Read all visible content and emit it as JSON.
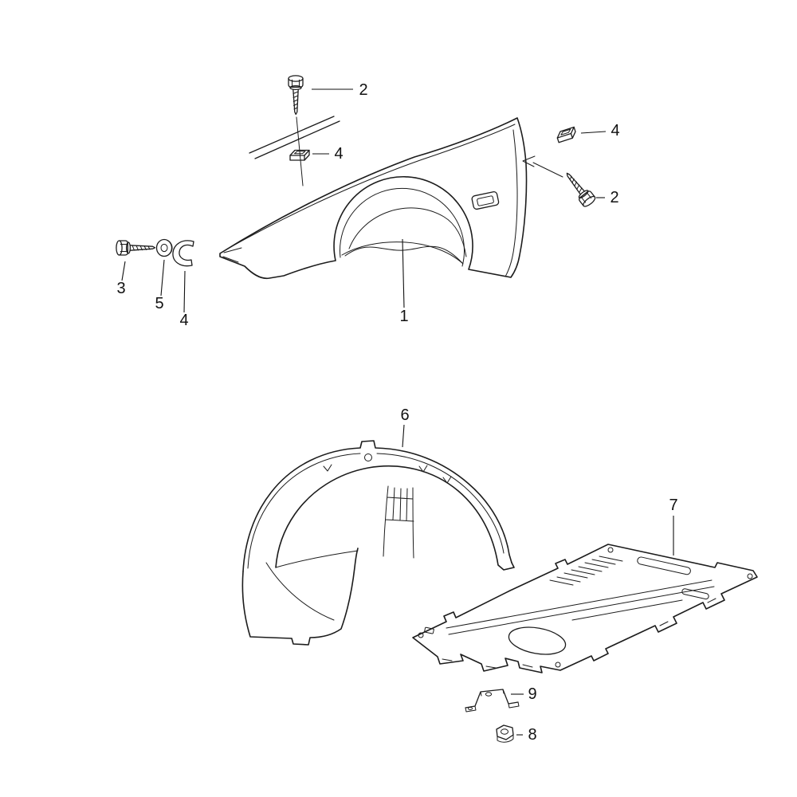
{
  "figure": {
    "type": "exploded-parts-diagram",
    "background": "#ffffff",
    "line_color": "#1c1c1c",
    "label_color": "#111111",
    "label_font_size": 20
  },
  "callouts": [
    {
      "part": "2",
      "ref": "screw-top",
      "text": [
        456,
        119
      ],
      "line": [
        391,
        112,
        443,
        112
      ]
    },
    {
      "part": "4",
      "ref": "clip-top-middle",
      "text": [
        425,
        199
      ],
      "line": [
        392,
        193,
        413,
        193
      ]
    },
    {
      "part": "4",
      "ref": "clip-top-right",
      "text": [
        772,
        170
      ],
      "line": [
        729,
        167,
        760,
        165
      ]
    },
    {
      "part": "2",
      "ref": "screw-right",
      "text": [
        771,
        254
      ],
      "line": [
        748,
        248,
        759,
        248
      ]
    },
    {
      "part": "3",
      "ref": "screw-left",
      "text": [
        152,
        368
      ],
      "line": [
        157,
        328,
        153,
        352
      ]
    },
    {
      "part": "5",
      "ref": "washer",
      "text": [
        200,
        387
      ],
      "line": [
        206,
        326,
        202,
        371
      ]
    },
    {
      "part": "4",
      "ref": "clip-left",
      "text": [
        231,
        408
      ],
      "line": [
        232,
        340,
        231,
        392
      ]
    },
    {
      "part": "1",
      "ref": "front-fender",
      "text": [
        507,
        403
      ],
      "line": [
        505,
        300,
        507,
        386
      ]
    },
    {
      "part": "6",
      "ref": "wheel-arch-liner",
      "text": [
        508,
        527
      ],
      "line": [
        507,
        533,
        505,
        561
      ]
    },
    {
      "part": "7",
      "ref": "underbody-panel",
      "text": [
        845,
        640
      ],
      "line": [
        845,
        647,
        845,
        697
      ]
    },
    {
      "part": "9",
      "ref": "bracket",
      "text": [
        668,
        877
      ],
      "line": [
        657,
        871,
        641,
        871
      ]
    },
    {
      "part": "8",
      "ref": "nut",
      "text": [
        668,
        928
      ],
      "line": [
        656,
        922,
        648,
        922
      ]
    }
  ]
}
